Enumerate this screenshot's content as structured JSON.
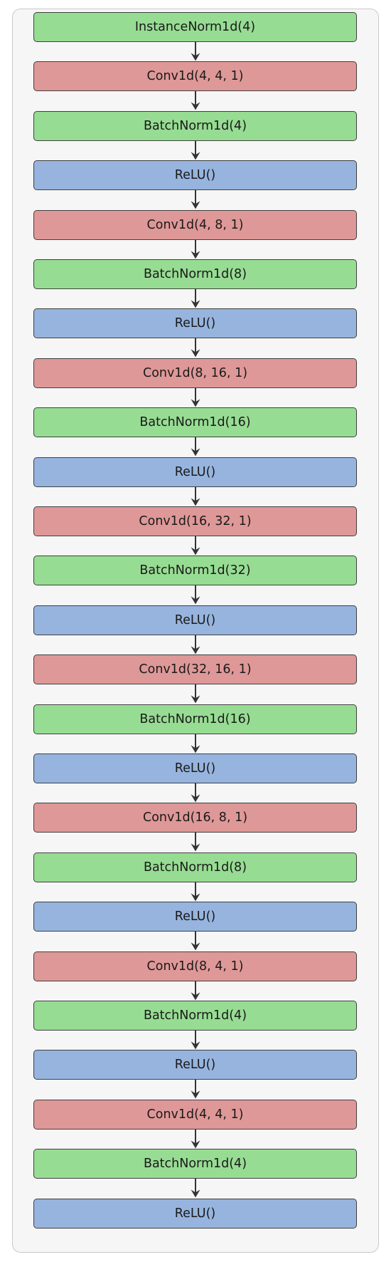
{
  "colors": {
    "norm": "#97dc93",
    "conv": "#de9897",
    "activation": "#96b4de",
    "arrow": "#333333"
  },
  "layers": [
    {
      "label": "InstanceNorm1d(4)",
      "kind": "norm"
    },
    {
      "label": "Conv1d(4, 4, 1)",
      "kind": "conv"
    },
    {
      "label": "BatchNorm1d(4)",
      "kind": "norm"
    },
    {
      "label": "ReLU()",
      "kind": "activation"
    },
    {
      "label": "Conv1d(4, 8, 1)",
      "kind": "conv"
    },
    {
      "label": "BatchNorm1d(8)",
      "kind": "norm"
    },
    {
      "label": "ReLU()",
      "kind": "activation"
    },
    {
      "label": "Conv1d(8, 16, 1)",
      "kind": "conv"
    },
    {
      "label": "BatchNorm1d(16)",
      "kind": "norm"
    },
    {
      "label": "ReLU()",
      "kind": "activation"
    },
    {
      "label": "Conv1d(16, 32, 1)",
      "kind": "conv"
    },
    {
      "label": "BatchNorm1d(32)",
      "kind": "norm"
    },
    {
      "label": "ReLU()",
      "kind": "activation"
    },
    {
      "label": "Conv1d(32, 16, 1)",
      "kind": "conv"
    },
    {
      "label": "BatchNorm1d(16)",
      "kind": "norm"
    },
    {
      "label": "ReLU()",
      "kind": "activation"
    },
    {
      "label": "Conv1d(16, 8, 1)",
      "kind": "conv"
    },
    {
      "label": "BatchNorm1d(8)",
      "kind": "norm"
    },
    {
      "label": "ReLU()",
      "kind": "activation"
    },
    {
      "label": "Conv1d(8, 4, 1)",
      "kind": "conv"
    },
    {
      "label": "BatchNorm1d(4)",
      "kind": "norm"
    },
    {
      "label": "ReLU()",
      "kind": "activation"
    },
    {
      "label": "Conv1d(4, 4, 1)",
      "kind": "conv"
    },
    {
      "label": "BatchNorm1d(4)",
      "kind": "norm"
    },
    {
      "label": "ReLU()",
      "kind": "activation"
    }
  ]
}
